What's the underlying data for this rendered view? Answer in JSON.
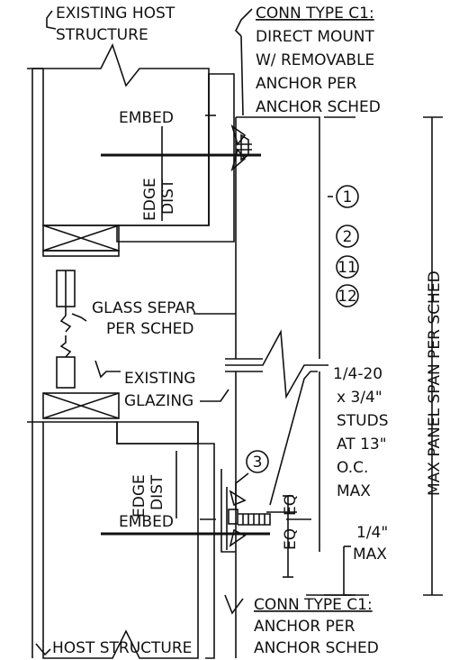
{
  "labels": {
    "existing_host": [
      "EXISTING HOST",
      "STRUCTURE"
    ],
    "conn_type_top": [
      "CONN TYPE C1:",
      "DIRECT MOUNT",
      "W/ REMOVABLE",
      "ANCHOR PER",
      "ANCHOR SCHED"
    ],
    "embed_top": "EMBED",
    "edge_dist_top": [
      "EDGE",
      "DIST"
    ],
    "glass_separ": [
      "GLASS SEPAR",
      "PER SCHED"
    ],
    "existing_glazing": [
      "EXISTING",
      "GLAZING"
    ],
    "studs": [
      "1/4-20",
      "x 3/4\"",
      "STUDS",
      "AT 13\"",
      "O.C.",
      "MAX"
    ],
    "edge_dist_bottom": [
      "EDGE",
      "DIST"
    ],
    "embed_bottom": "EMBED",
    "eq1": "EQ",
    "eq2": "EQ",
    "quarter_max": [
      "1/4\"",
      "MAX"
    ],
    "conn_type_bottom": [
      "CONN TYPE C1:",
      "ANCHOR PER",
      "ANCHOR SCHED"
    ],
    "host_structure": "HOST STRUCTURE",
    "max_panel_span": "MAX PANEL SPAN PER SCHED"
  },
  "callouts": [
    "1",
    "2",
    "11",
    "12",
    "3"
  ]
}
